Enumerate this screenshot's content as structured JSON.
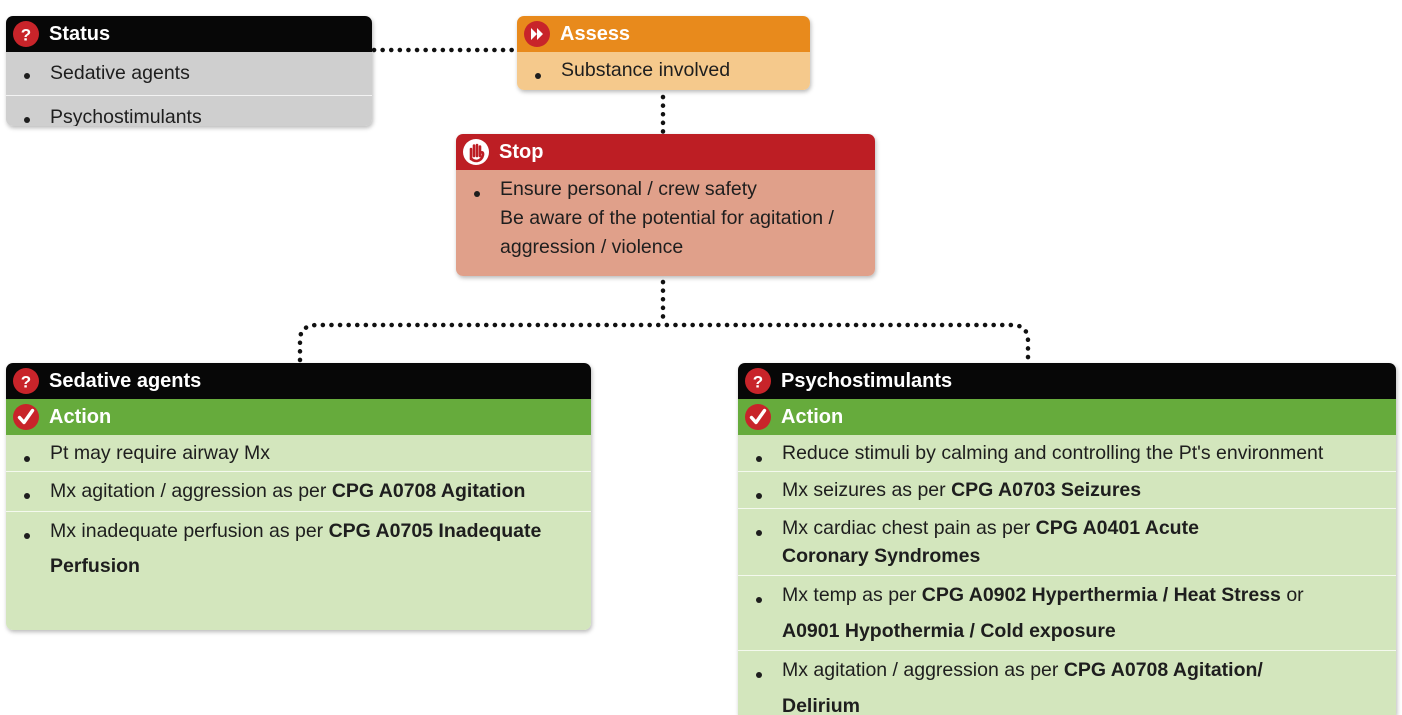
{
  "status": {
    "title": "Status",
    "items": [
      "Sedative agents",
      "Psychostimulants"
    ]
  },
  "assess": {
    "title": "Assess",
    "items": [
      "Substance involved"
    ]
  },
  "stop": {
    "title": "Stop",
    "item_line1": "Ensure personal / crew safety",
    "item_line2": "Be aware of the potential for agitation / aggression / violence"
  },
  "sedative": {
    "title": "Sedative agents",
    "action_title": "Action",
    "items": [
      {
        "text": "Pt may require airway Mx",
        "bold": ""
      },
      {
        "text": "Mx agitation / aggression as per ",
        "bold": "CPG A0708 Agitation"
      },
      {
        "text": "Mx inadequate perfusion as per ",
        "bold": "CPG A0705 Inadequate Perfusion"
      }
    ]
  },
  "psycho": {
    "title": "Psychostimulants",
    "action_title": "Action",
    "items": [
      {
        "text": "Reduce stimuli by calming and controlling the Pt's environment",
        "bold": "",
        "after": "",
        "bold2": ""
      },
      {
        "text": "Mx seizures as per ",
        "bold": "CPG A0703 Seizures",
        "after": "",
        "bold2": ""
      },
      {
        "text": "Mx cardiac chest pain as per ",
        "bold": "CPG A0401 Acute Coronary Syndromes",
        "after": "",
        "bold2": ""
      },
      {
        "text": "Mx temp as per ",
        "bold": "CPG A0902 Hyperthermia / Heat Stress",
        "after": " or ",
        "bold2": "A0901 Hypothermia / Cold exposure"
      },
      {
        "text": "Mx agitation / aggression as per ",
        "bold": "CPG A0708 Agitation/ Delirium",
        "after": "",
        "bold2": ""
      }
    ]
  },
  "colors": {
    "black_header": "#070707",
    "assess_header": "#e88a1c",
    "stop_header": "#bd1e24",
    "action_header": "#66ab3c",
    "question_icon": "#c8242a"
  },
  "icons": {
    "status": "question-mark-icon",
    "assess": "fast-forward-icon",
    "stop": "stop-hand-icon",
    "action": "checkmark-icon"
  }
}
